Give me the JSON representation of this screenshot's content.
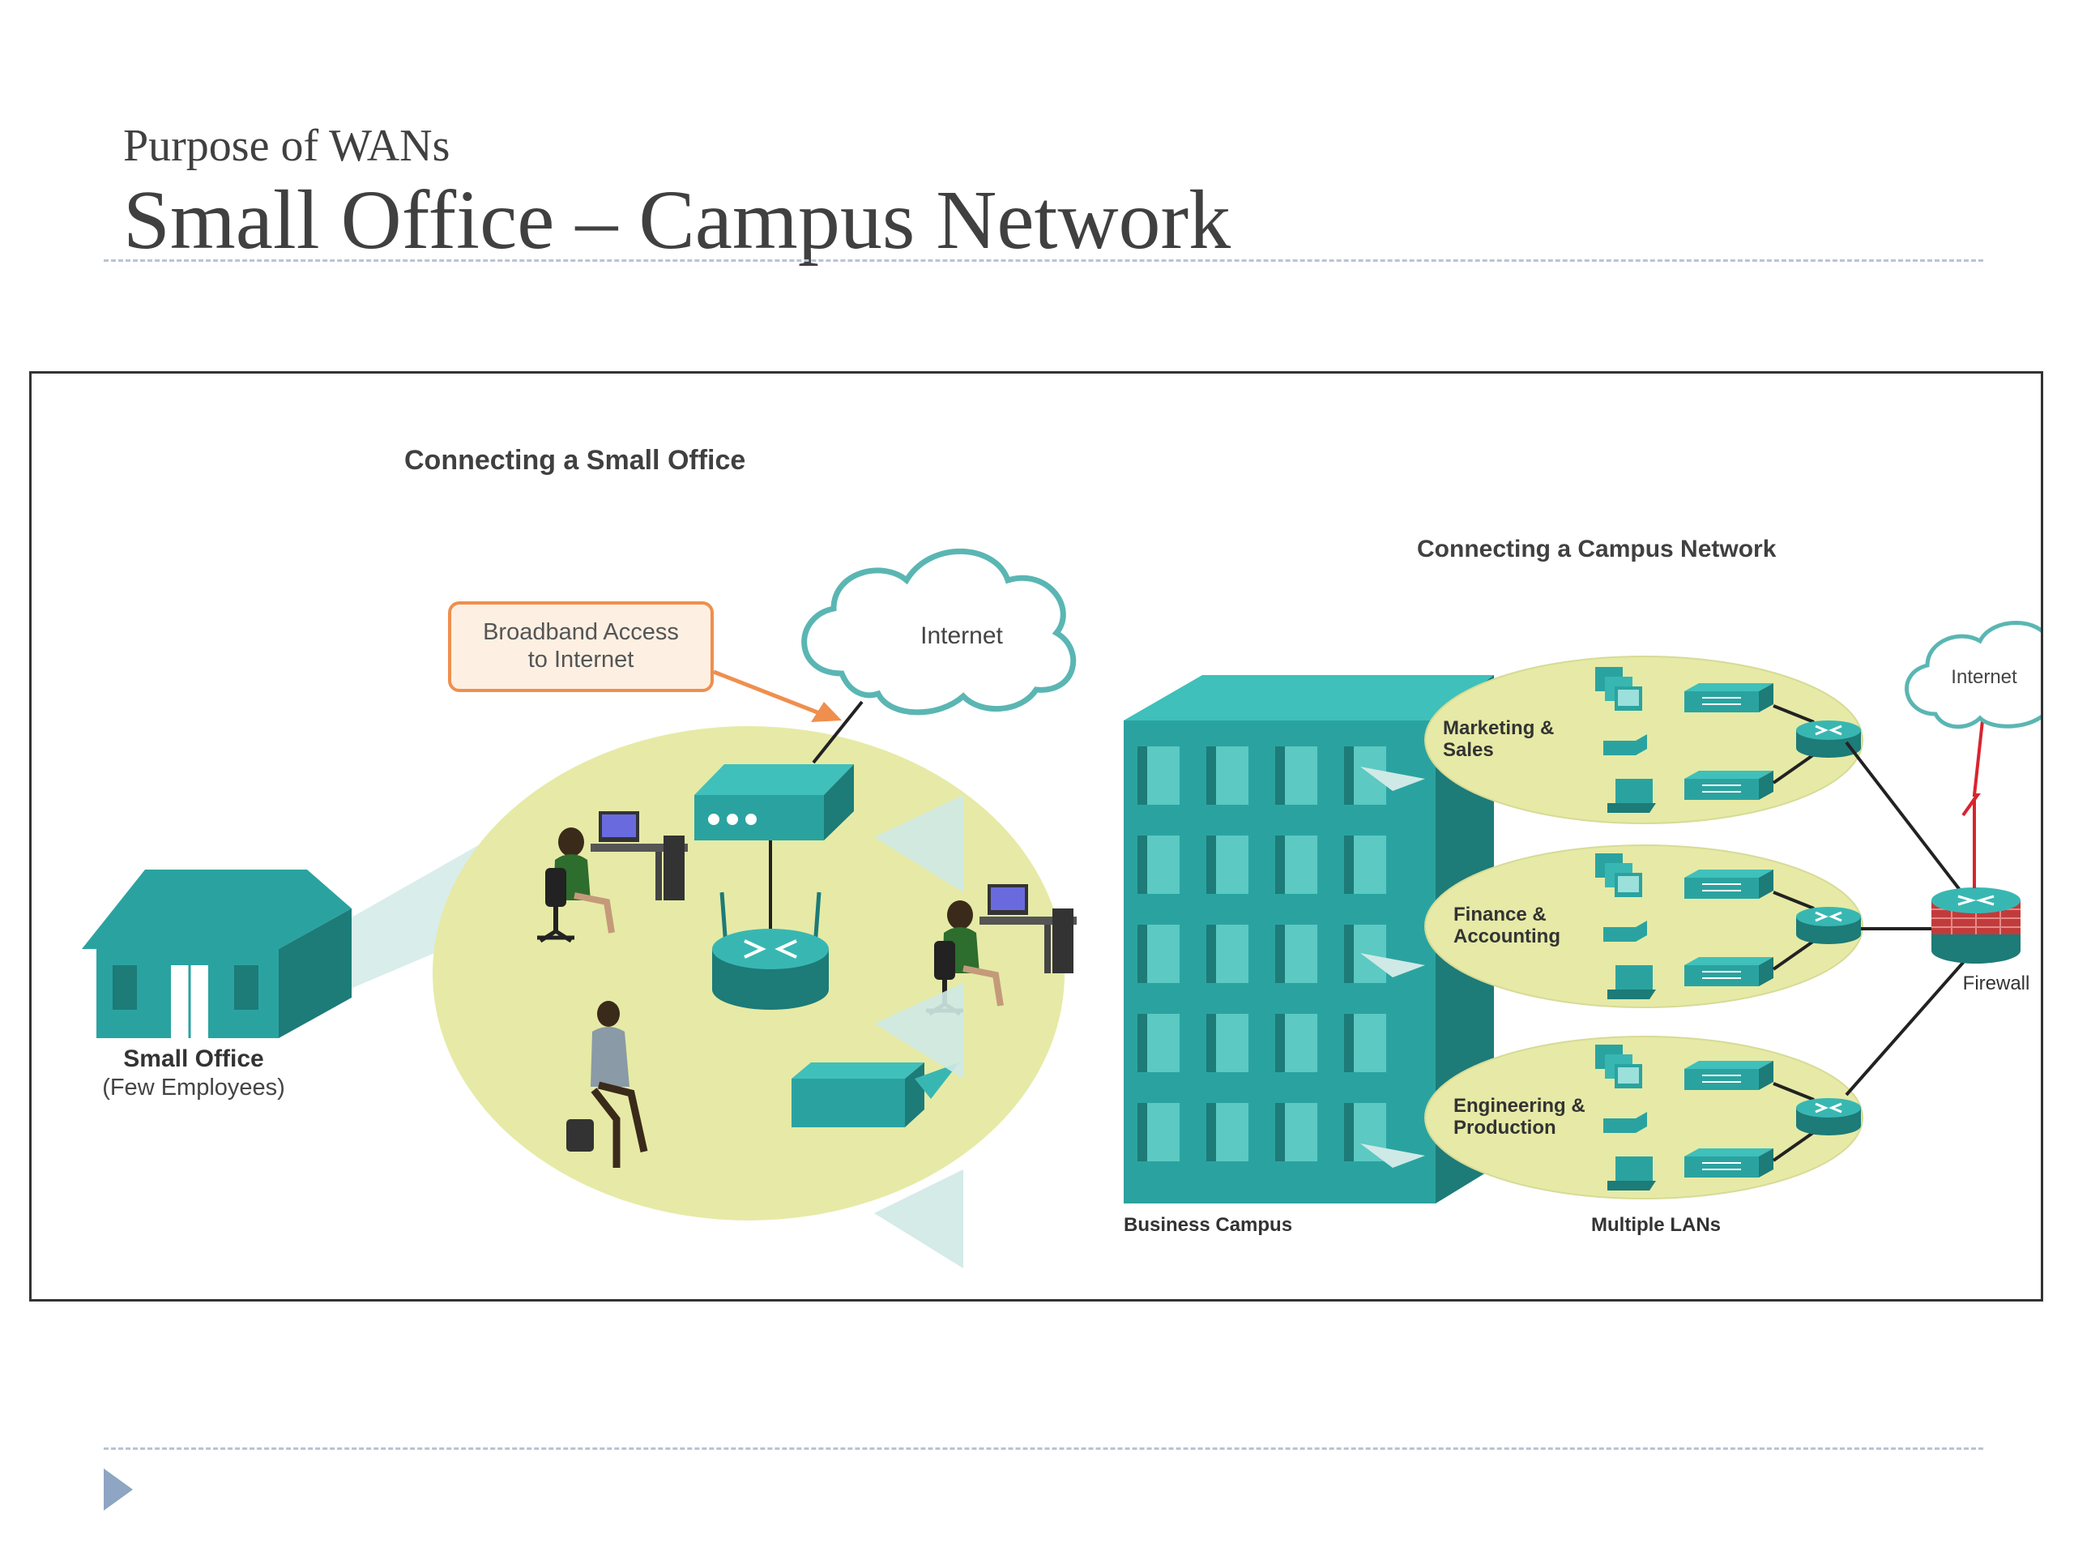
{
  "slide": {
    "subtitle": "Purpose of WANs",
    "title": "Small Office – Campus Network"
  },
  "small_office": {
    "heading": "Connecting a Small Office",
    "callout_line1": "Broadband Access",
    "callout_line2": "to Internet",
    "cloud_label": "Internet",
    "building_label": "Small Office",
    "building_sublabel": "(Few Employees)"
  },
  "campus": {
    "heading": "Connecting a Campus Network",
    "cloud_label": "Internet",
    "firewall_label": "Firewall",
    "building_label": "Business Campus",
    "lans_label": "Multiple LANs",
    "departments": [
      {
        "line1": "Marketing &",
        "line2": "Sales"
      },
      {
        "line1": "Finance &",
        "line2": "Accounting"
      },
      {
        "line1": "Engineering &",
        "line2": "Production"
      }
    ]
  },
  "colors": {
    "teal": "#2aa3a0",
    "teal_dark": "#1d7b78",
    "lan_fill": "#e6eaa6",
    "callout_border": "#ef8f4e",
    "cloud_stroke": "#5ab6b3",
    "firewall": "#c23b3b",
    "zigzag": "#d9242e"
  },
  "icons": [
    "house-icon",
    "cloud-icon",
    "modem-icon",
    "wireless-router-icon",
    "printer-icon",
    "workstation-icon",
    "person-icon",
    "office-building-icon",
    "router-icon",
    "switch-icon",
    "pc-icon",
    "laptop-icon",
    "firewall-icon"
  ]
}
